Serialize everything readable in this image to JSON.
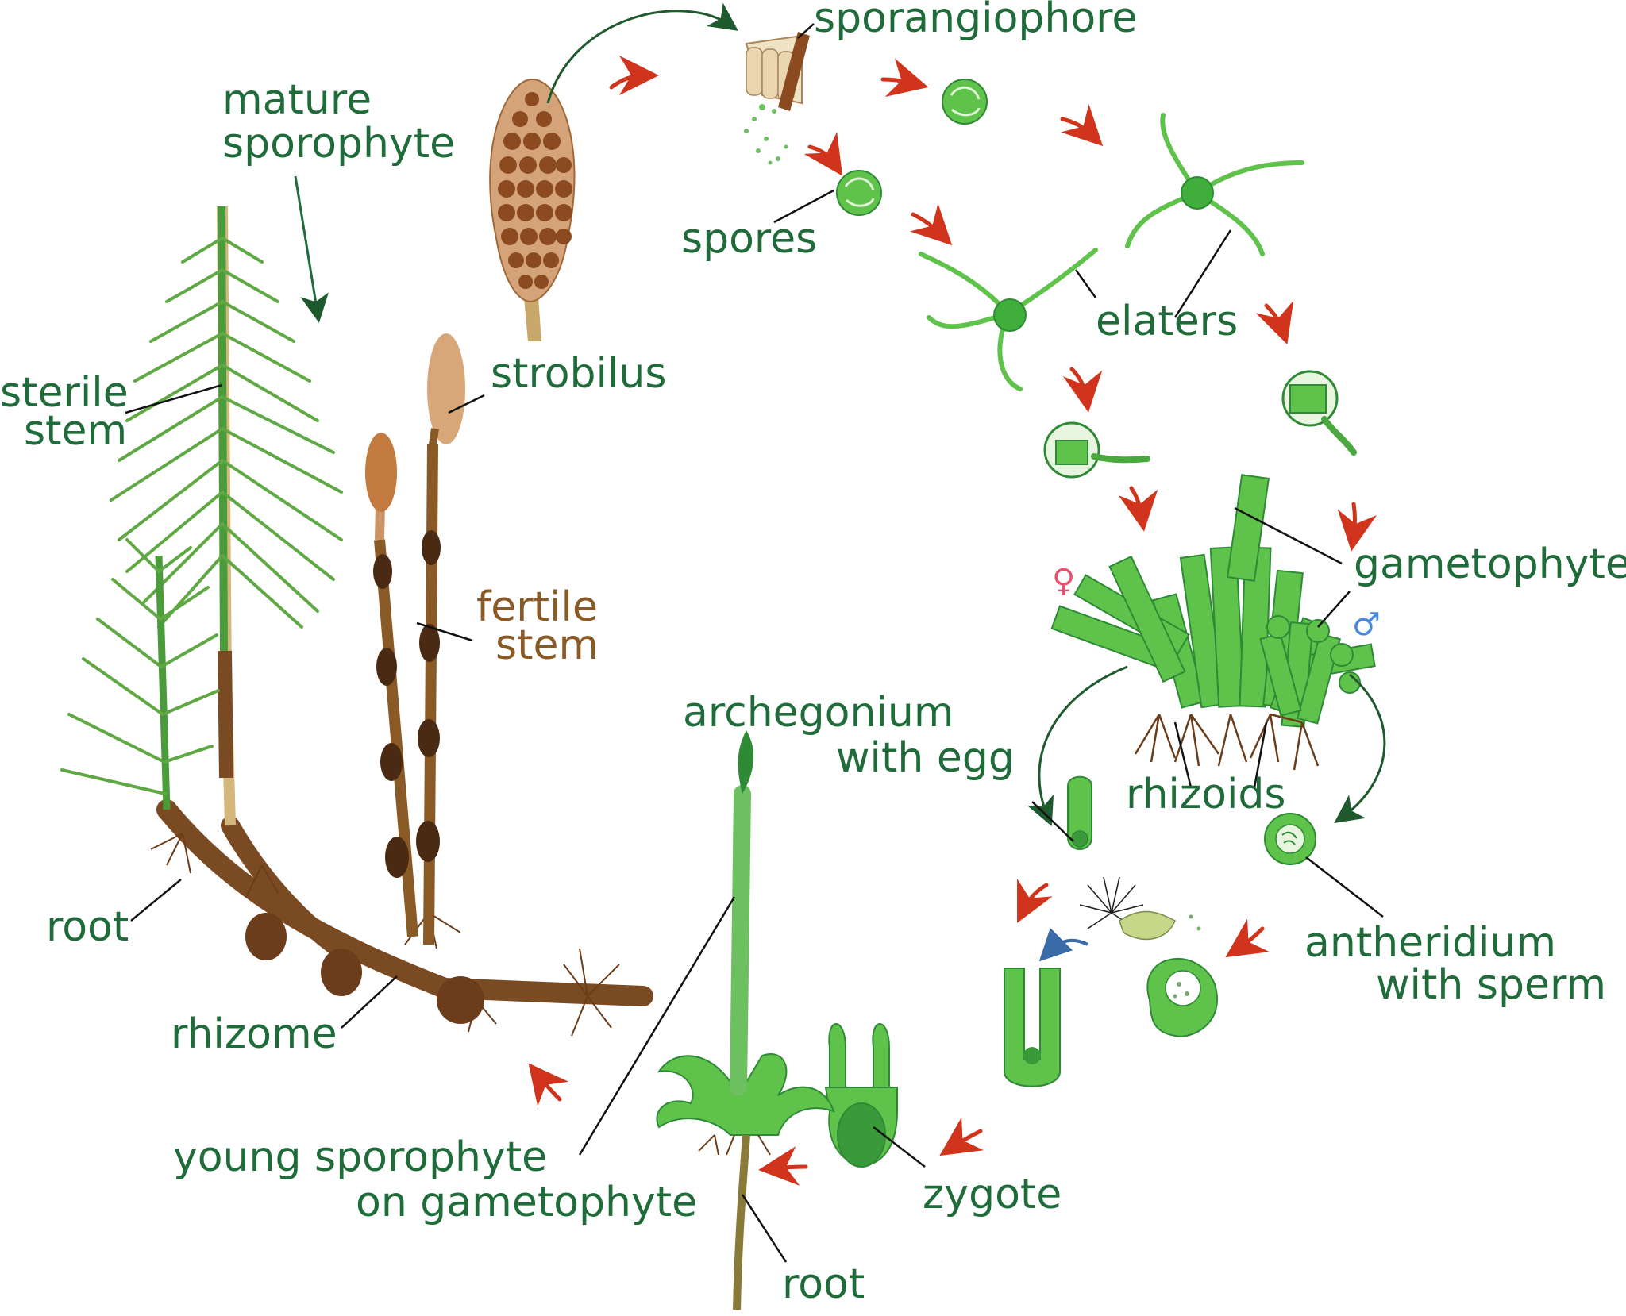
{
  "labels": {
    "mature_sporophyte": [
      "mature",
      "sporophyte"
    ],
    "sterile_stem": [
      "sterile",
      "stem"
    ],
    "strobilus": "strobilus",
    "fertile_stem": [
      "fertile",
      "stem"
    ],
    "root_left": "root",
    "rhizome": "rhizome",
    "sporangiophore": "sporangiophore",
    "spores": "spores",
    "elaters": "elaters",
    "gametophyte": "gametophyte",
    "rhizoids": "rhizoids",
    "archegonium_with_egg": [
      "archegonium",
      "with egg"
    ],
    "antheridium_with_sperm": [
      "antheridium",
      "with sperm"
    ],
    "zygote": "zygote",
    "young_sporophyte_on_gametophyte": [
      "young sporophyte",
      "on gametophyte"
    ],
    "root_bottom": "root"
  },
  "symbols": {
    "female": "♀",
    "male": "♂"
  },
  "colors": {
    "label_green": "#1f6b3a",
    "label_brown": "#8a5a26",
    "plant_green": "#5fc24a",
    "dark_green": "#2f8a36",
    "rhizome_brown": "#7a4a22",
    "cone_tan": "#c99566",
    "arrow_red": "#d1341c"
  }
}
